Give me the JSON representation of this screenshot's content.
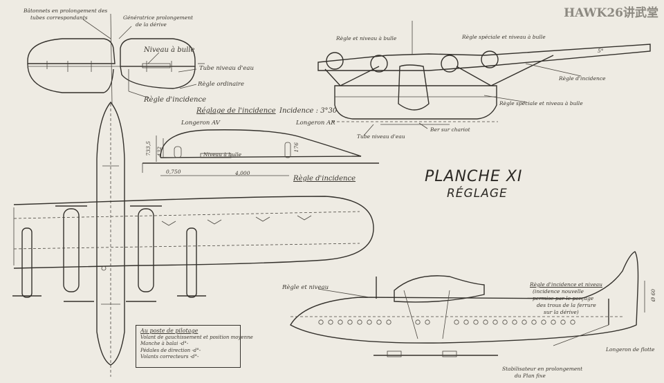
{
  "watermark": "HAWK26讲武堂",
  "title": {
    "plate": "PLANCHE XI",
    "subtitle": "RÉGLAGE"
  },
  "labels": {
    "top_left_note": "Bâtonnets en prolongement des",
    "top_left_note2": "tubes correspondants",
    "generatrice": "Génératrice prolongement",
    "generatrice2": "de la dérive",
    "niveau_bulle": "Niveau à bulle",
    "tube_niveau": "Tube niveau d'eau",
    "regle_ordinaire": "Règle ordinaire",
    "regle_incidence_left": "Règle d'incidence",
    "reglage_incidence": "Réglage de l'incidence",
    "incidence_value": "Incidence : 3°30",
    "longeron_av": "Longeron AV",
    "longeron_ar": "Longeron AR",
    "niveau_bulle_small": "Niveau à bulle",
    "regle_incidence_mid": "Règle d'incidence",
    "dim_733": "733,5",
    "dim_432": "432",
    "dim_176": "176",
    "dim_0750": "0,750",
    "dim_4000": "4,000",
    "front_regle_niveau": "Règle et niveau à bulle",
    "front_regle_speciale": "Règle spéciale et niveau à bulle",
    "front_regle_incidence": "Règle d'incidence",
    "front_regle_speciale2": "Règle spéciale et niveau à bulle",
    "front_tube_niveau": "Tube niveau d'eau",
    "front_ber": "Ber sur chariot",
    "angle_5": "5°",
    "side_regle_niveau": "Règle et niveau",
    "side_regle_incidence": "Règle d'incidence et niveau",
    "side_note1": "(incidence nouvelle",
    "side_note2": "permise par le perçage",
    "side_note3": "des trous de la ferrure",
    "side_note4": "sur la dérive)",
    "stabilisateur": "Stabilisateur en prolongement",
    "stabilisateur2": "du Plan fixe",
    "longeron_cote": "Longeron de flotte",
    "fin_dim": "Ø 60"
  },
  "legend": {
    "head": "Au poste de pilotage",
    "rows": [
      "Volant de gauchissement et position moyenne",
      "Manche à balai           -d°-",
      "Pédales de direction     -d°-",
      "Volants correcteurs      -d°-"
    ]
  }
}
